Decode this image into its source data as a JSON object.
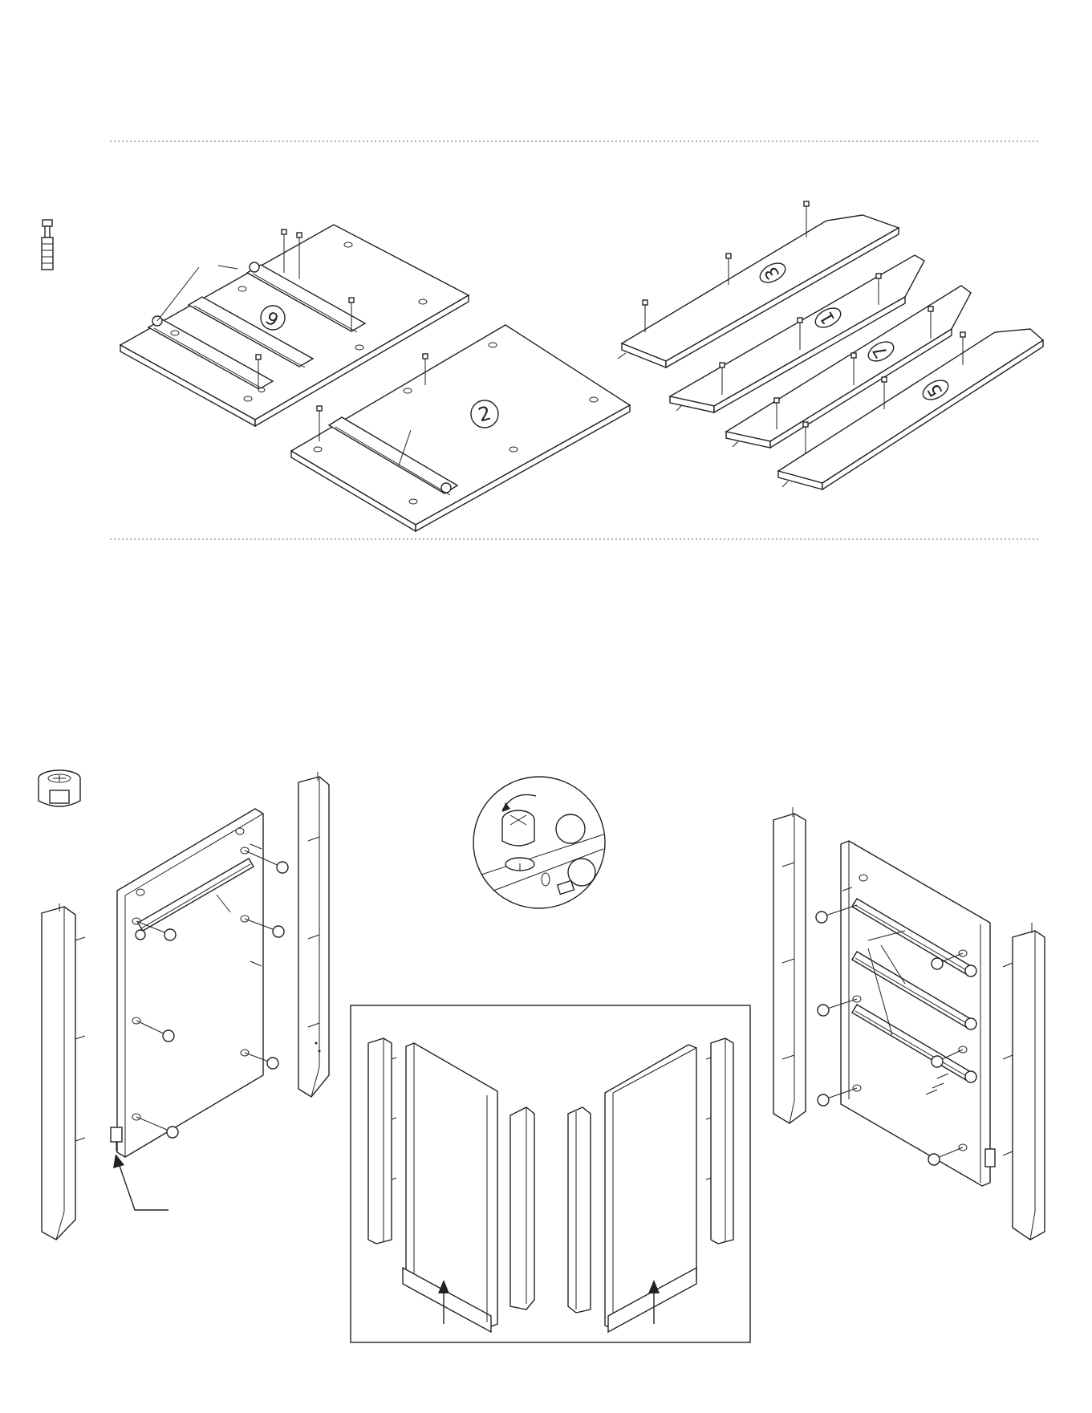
{
  "step_one": {
    "part_labels": [
      {
        "id": "panel-6",
        "text": "6"
      },
      {
        "id": "panel-2",
        "text": "2"
      },
      {
        "id": "rail-3",
        "text": "3"
      },
      {
        "id": "rail-1",
        "text": "1"
      },
      {
        "id": "rail-7",
        "text": "7"
      },
      {
        "id": "rail-5",
        "text": "5"
      }
    ]
  },
  "icons": {
    "step_one_hardware": "cam-bolt-icon",
    "step_two_hardware": "cam-lock-icon",
    "install_detail": "cam-lock-rotation-detail"
  }
}
